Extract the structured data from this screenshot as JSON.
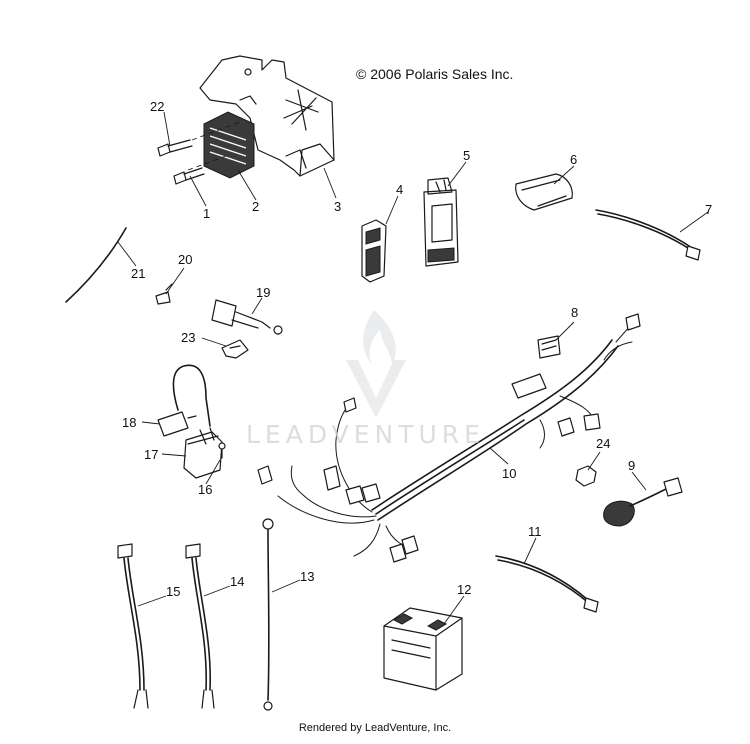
{
  "header": {
    "copyright": "© 2006 Polaris Sales Inc."
  },
  "footer": {
    "credit": "Rendered by LeadVenture, Inc."
  },
  "watermark": {
    "text": "LEADVENTURE",
    "logo": "leadventure-flame-logo"
  },
  "callouts": {
    "c1": "1",
    "c2": "2",
    "c3": "3",
    "c4": "4",
    "c5": "5",
    "c6": "6",
    "c7": "7",
    "c8": "8",
    "c9": "9",
    "c10": "10",
    "c11": "11",
    "c12": "12",
    "c13": "13",
    "c14": "14",
    "c15": "15",
    "c16": "16",
    "c17": "17",
    "c18": "18",
    "c19": "19",
    "c20": "20",
    "c21": "21",
    "c22": "22",
    "c23": "23",
    "c24": "24"
  }
}
